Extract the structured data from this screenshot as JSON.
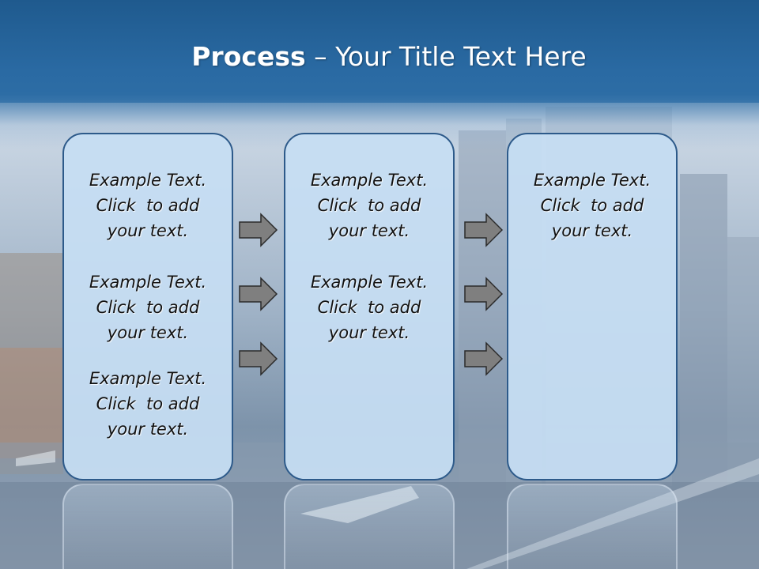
{
  "slide": {
    "title_bold": "Process",
    "title_rest": " – Your Title Text Here",
    "colors": {
      "header": "#2a6aa3",
      "panel_fill": "#c6def3",
      "panel_border": "#2d5a8a",
      "arrow_fill": "#7f7f7f"
    },
    "columns": [
      {
        "blocks": [
          [
            "Example Text.",
            "Click  to add",
            "your text."
          ],
          [
            "Example Text.",
            "Click  to add",
            "your text."
          ],
          [
            "Example Text.",
            "Click  to add",
            "your text."
          ]
        ]
      },
      {
        "blocks": [
          [
            "Example Text.",
            "Click  to add",
            "your text."
          ],
          [
            "Example Text.",
            "Click  to add",
            "your text."
          ]
        ]
      },
      {
        "blocks": [
          [
            "Example Text.",
            "Click  to add",
            "your text."
          ]
        ]
      }
    ],
    "arrow_icon": "right-arrow-icon"
  }
}
